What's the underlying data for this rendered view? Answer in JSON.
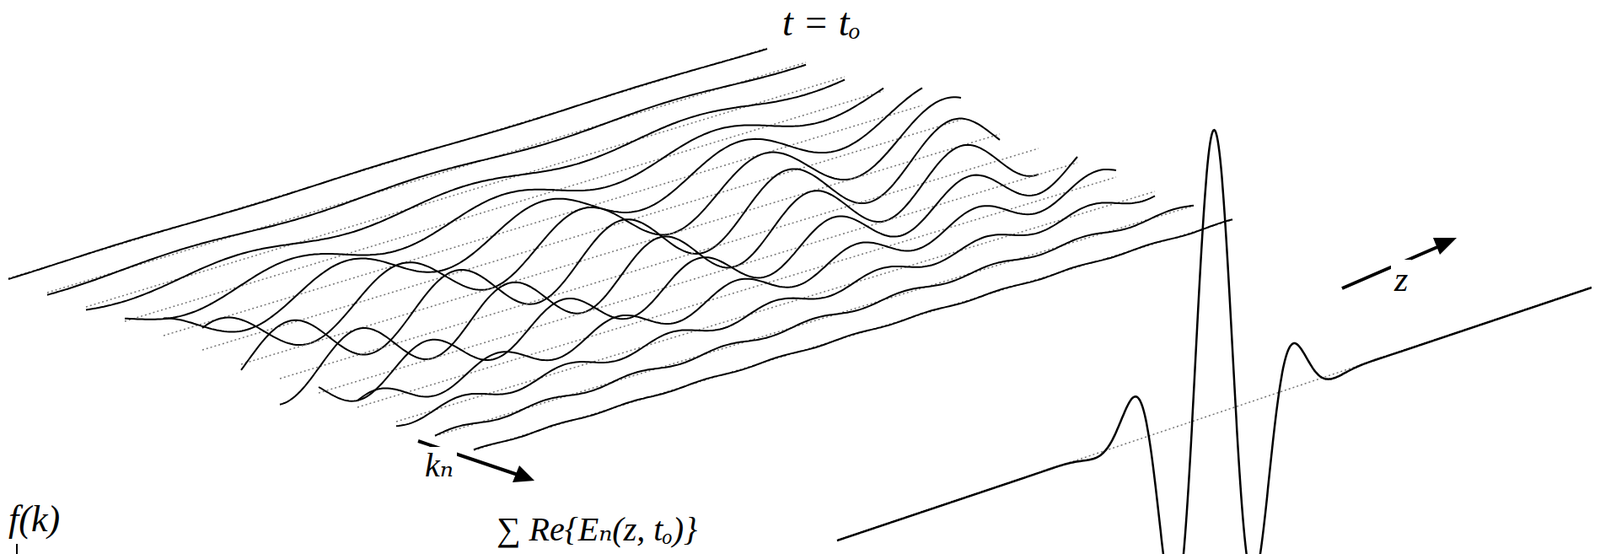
{
  "diagram": {
    "labels": [
      "t = tₒ",
      "z",
      "kₙ",
      "f(k)",
      "∑ Re{Eₙ(z, tₒ)}"
    ]
  }
}
